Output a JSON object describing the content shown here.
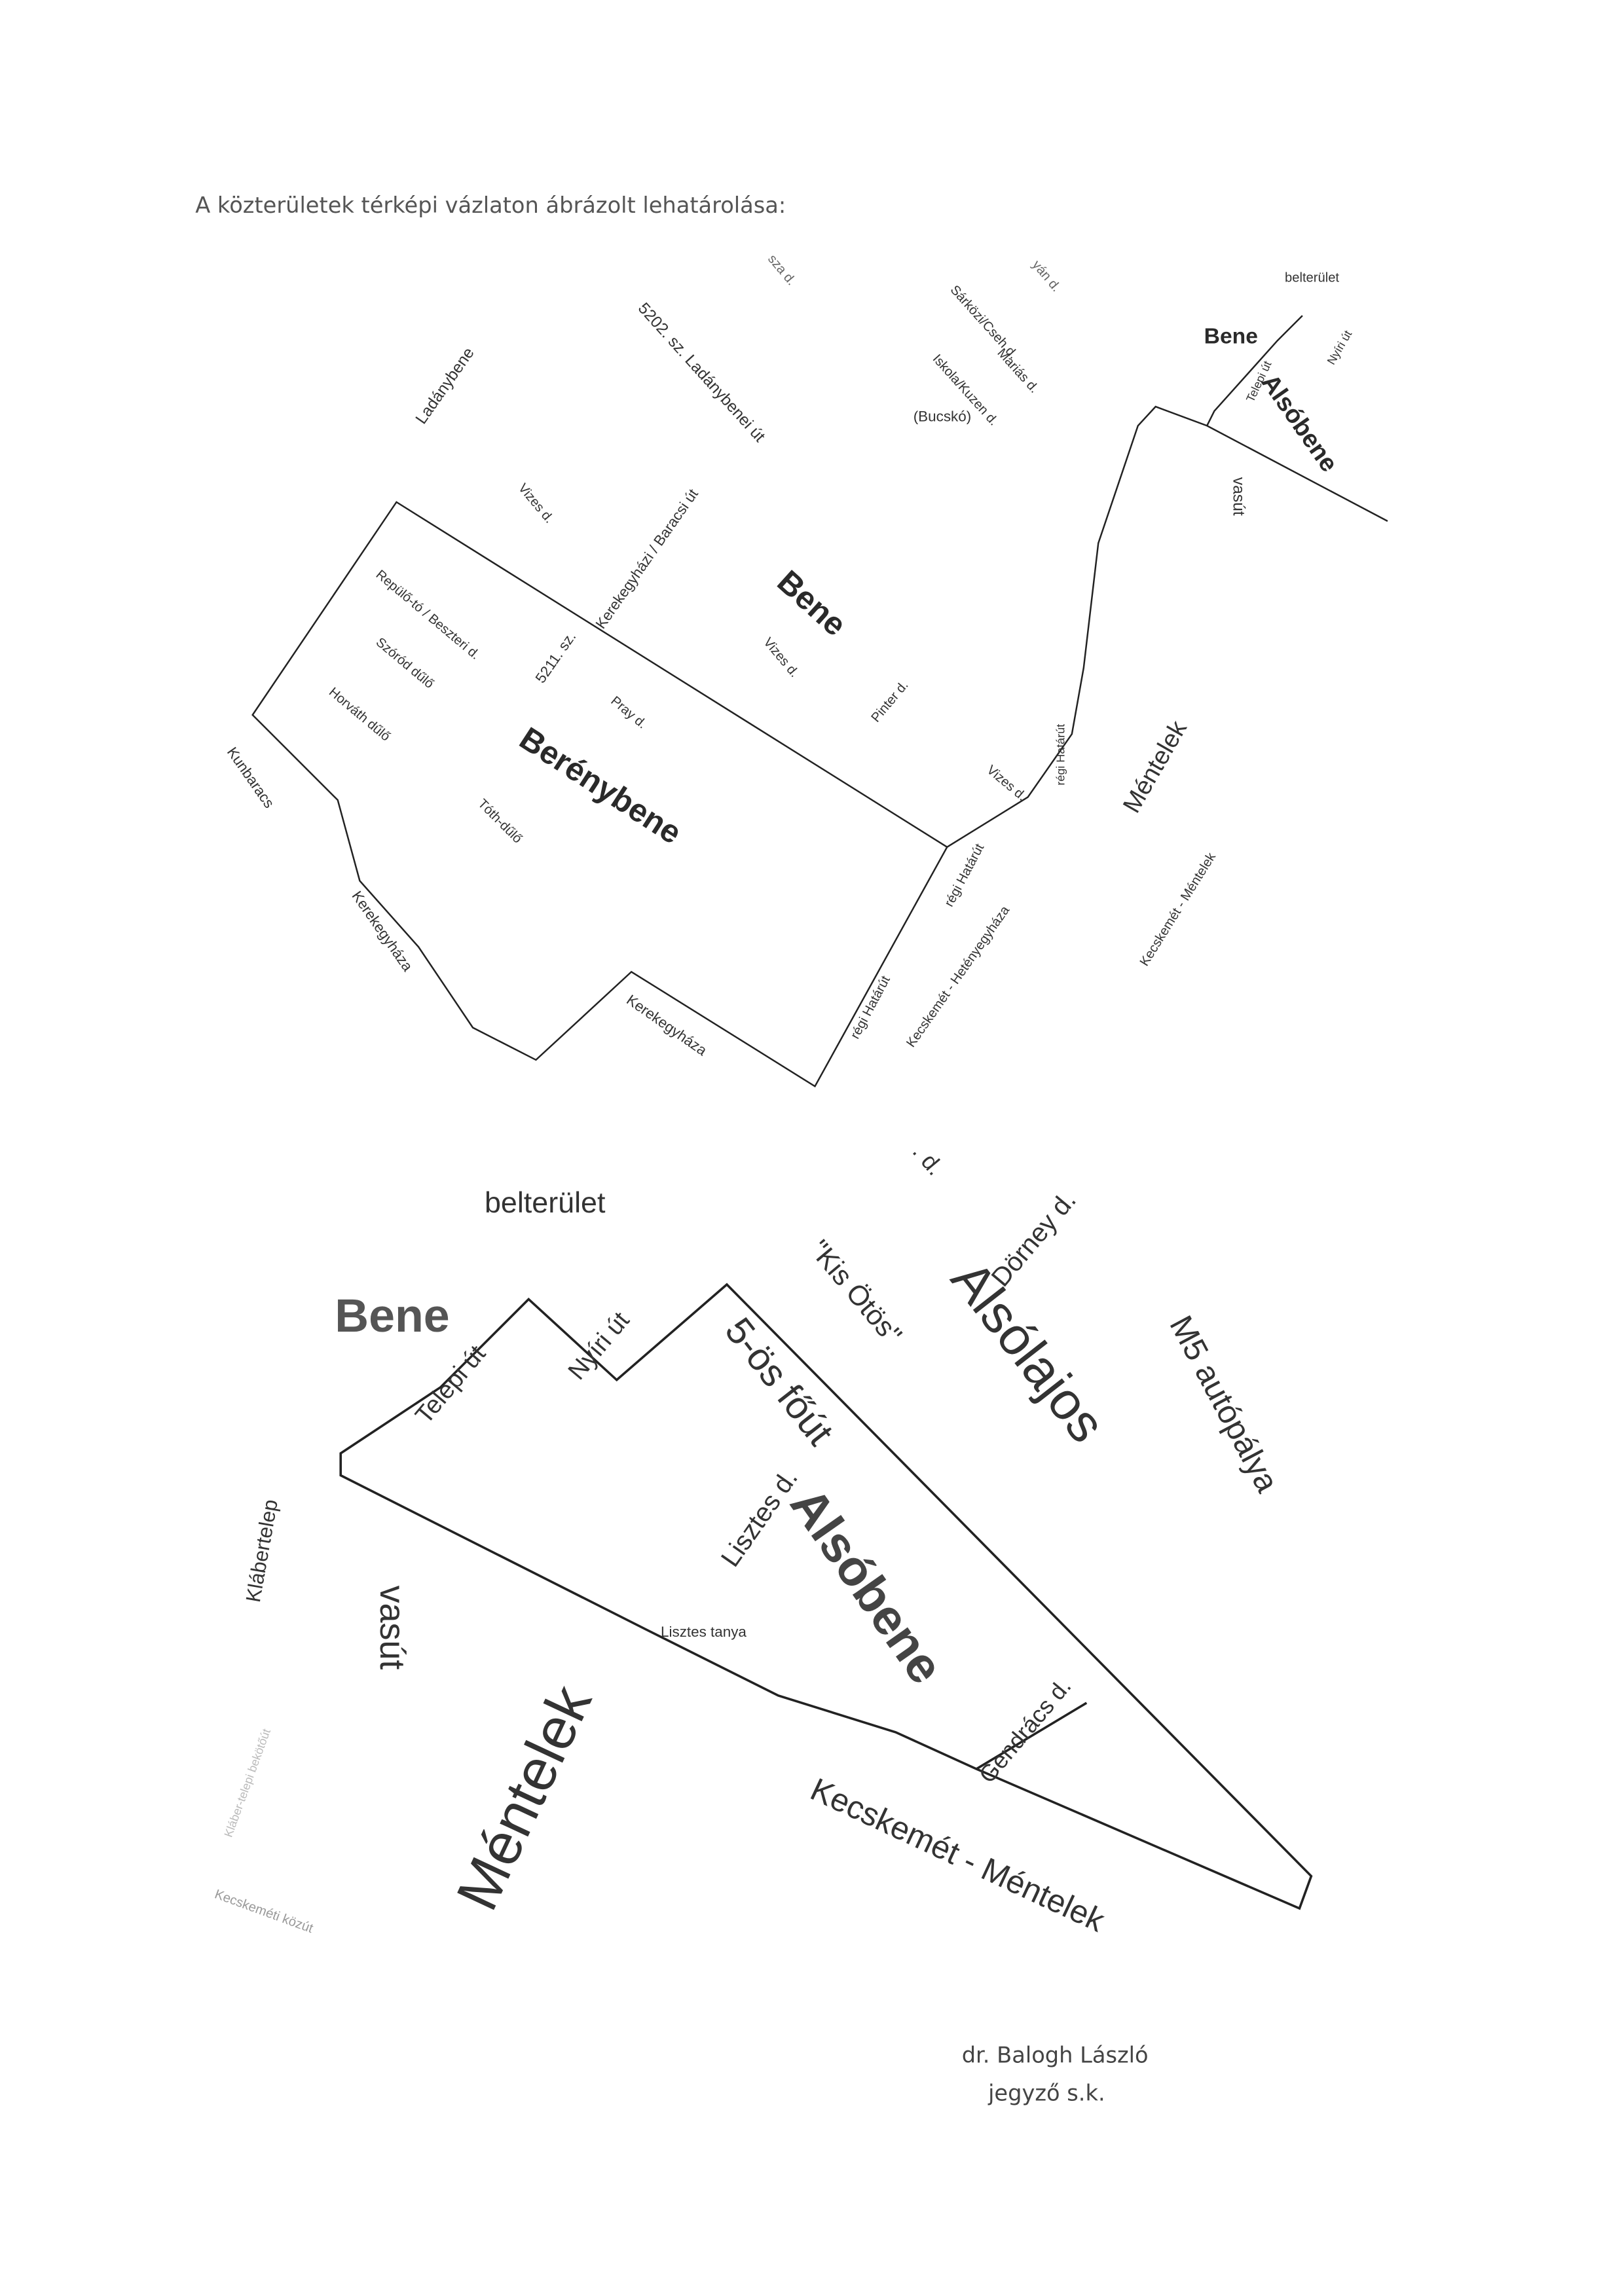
{
  "header": {
    "title": "A közterületek térképi vázlaton ábrázolt lehatárolása:"
  },
  "map_top": {
    "ladanybene": "Ladánybene",
    "road_5202": "5202. sz. Ladánybenei út",
    "sza_d": "sza d.",
    "yan_d": "yán d.",
    "sarkozi": "Sárközi/Cseh d.",
    "marias": "Mariás d.",
    "iskola": "Iskola/Kuzen d.",
    "bucko": "(Bucskó)",
    "belterulet": "belterület",
    "bene_small": "Bene",
    "telepi": "Telepi út",
    "nyiri": "Nyíri út",
    "alsobene": "Alsóbene",
    "vizes1": "Vizes d.",
    "kerekegyhazi": "Kerekegyházi / Baracsi út",
    "road_5211": "5211. sz.",
    "bene": "Bene",
    "vizes2": "Vizes d.",
    "repulo": "Repülő-tó / Beszteri d.",
    "szorad": "Szóród dűlő",
    "horvath": "Horváth dűlő",
    "pray": "Pray d.",
    "pinter": "Pinter d.",
    "berenybene": "Berénybene",
    "toth": "Tóth-dűlő",
    "kunbaracs": "Kunbaracs",
    "kerekegyhaza1": "Kerekegyháza",
    "kerekegyhaza2": "Kerekegyháza",
    "vasut": "vasút",
    "regi1": "régi Határút",
    "vizes3": "Vizes d.",
    "regi2": "régi Határút",
    "regi3": "régi Határút",
    "mentelek": "Méntelek",
    "kecs_het": "Kecskemét - Hetényegyháza",
    "kecs_men": "Kecskemét - Méntelek"
  },
  "map_bottom": {
    "d": ". d.",
    "belterulet": "belterület",
    "kis_otos": "\"Kis Ötös\"",
    "dorney": "Dörney d.",
    "bene": "Bene",
    "telepi": "Telepi út",
    "nyiri": "Nyíri út",
    "foút": "5-ös főút",
    "alsolajos": "Alsólajos",
    "m5": "M5 autópálya",
    "lisztes_d": "Lisztes d.",
    "alsobene": "Alsóbene",
    "klabertelep": "Klábertelep",
    "vasut": "vasút",
    "lisztes_tanya": "Lisztes tanya",
    "gendracs": "Gendrács d.",
    "mentelek": "Méntelek",
    "kecs_men": "Kecskemét - Méntelek",
    "klaber_bekoto": "Kláber-telepi bekötőút",
    "kecs_kozut": "Kecskeméti közút"
  },
  "footer": {
    "name": "dr. Balogh László",
    "role": "jegyző s.k."
  }
}
